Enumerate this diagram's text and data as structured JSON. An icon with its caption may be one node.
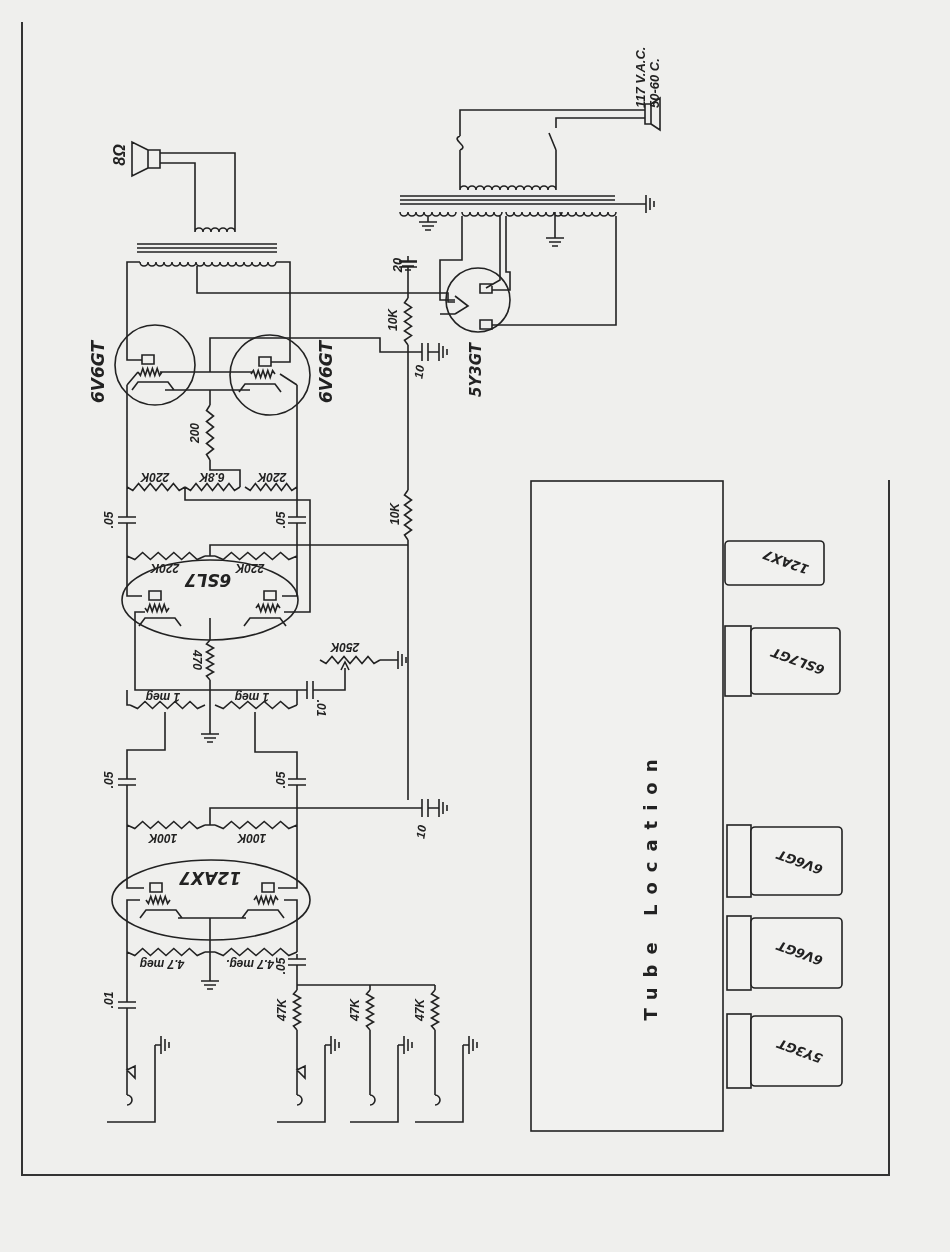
{
  "diagram": {
    "nodes": [
      {
        "text": [
          "6V6GT"
        ]
      },
      {
        "text": [
          "6V6GT"
        ]
      },
      {
        "text": [
          "5Y3GT"
        ]
      },
      {
        "text": [
          "6SL7"
        ]
      },
      {
        "text": [
          "12AX7"
        ]
      },
      {
        "text": [
          "Tube Location"
        ]
      },
      {
        "text": [
          "12AX7"
        ]
      },
      {
        "text": [
          "6SL7GT"
        ]
      },
      {
        "text": [
          "6V6GT"
        ]
      },
      {
        "text": [
          "6V6GT"
        ]
      },
      {
        "text": [
          "5Y3GT"
        ]
      }
    ],
    "labels": [
      "8Ω",
      "117 V.A.C. 50-60 C.",
      "20",
      "10K",
      "10",
      "200",
      "220K",
      "6.8K",
      "220K",
      ".05",
      ".05",
      "220K",
      "220K",
      "10K",
      "470",
      "250K",
      ".01",
      "1 meg",
      "1 meg",
      ".05",
      ".05",
      "10",
      "100K",
      "100K",
      "4.7 meg",
      "4.7 meg.",
      ".05",
      ".01",
      "47K",
      "47K",
      "47K"
    ]
  }
}
